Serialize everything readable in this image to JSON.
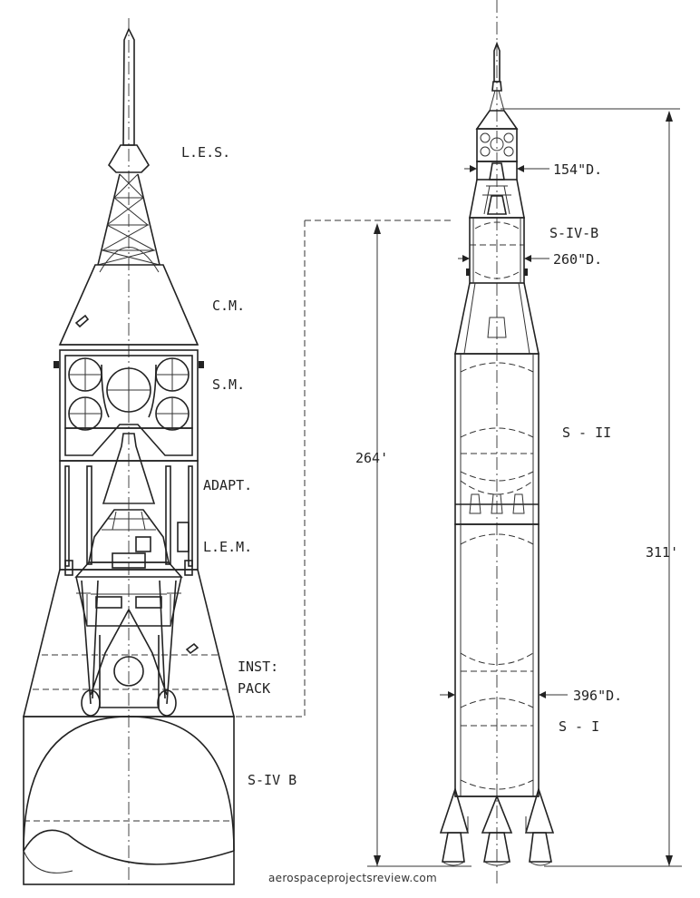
{
  "labels": {
    "les": "L.E.S.",
    "cm": "C.M.",
    "sm": "S.M.",
    "adapt": "ADAPT.",
    "lem": "L.E.M.",
    "inst_pack_1": "INST:",
    "inst_pack_2": "PACK",
    "s4b_left": "S-IV B",
    "dia_154": "154\"D.",
    "s4b_right": "S-IV-B",
    "dia_260": "260\"D.",
    "s2": "S - II",
    "height_264": "264'",
    "height_311": "311'",
    "dia_396": "396\"D.",
    "s1": "S - I"
  },
  "watermark": "aerospaceprojectsreview.com",
  "colors": {
    "ink": "#222222",
    "background": "#ffffff"
  }
}
